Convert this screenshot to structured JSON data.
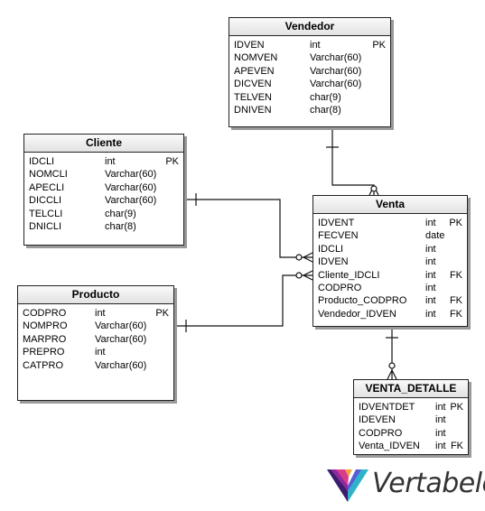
{
  "tables": {
    "vendedor": {
      "title": "Vendedor",
      "columns": [
        {
          "name": "IDVEN",
          "type": "int",
          "key": "PK"
        },
        {
          "name": "NOMVEN",
          "type": "Varchar(60)",
          "key": ""
        },
        {
          "name": "APEVEN",
          "type": "Varchar(60)",
          "key": ""
        },
        {
          "name": "DICVEN",
          "type": "Varchar(60)",
          "key": ""
        },
        {
          "name": "TELVEN",
          "type": "char(9)",
          "key": ""
        },
        {
          "name": "DNIVEN",
          "type": "char(8)",
          "key": ""
        }
      ]
    },
    "cliente": {
      "title": "Cliente",
      "columns": [
        {
          "name": "IDCLI",
          "type": "int",
          "key": "PK"
        },
        {
          "name": "NOMCLI",
          "type": "Varchar(60)",
          "key": ""
        },
        {
          "name": "APECLI",
          "type": "Varchar(60)",
          "key": ""
        },
        {
          "name": "DICCLI",
          "type": "Varchar(60)",
          "key": ""
        },
        {
          "name": "TELCLI",
          "type": "char(9)",
          "key": ""
        },
        {
          "name": "DNICLI",
          "type": "char(8)",
          "key": ""
        }
      ]
    },
    "venta": {
      "title": "Venta",
      "columns": [
        {
          "name": "IDVENT",
          "type": "int",
          "key": "PK"
        },
        {
          "name": "FECVEN",
          "type": "date",
          "key": ""
        },
        {
          "name": "IDCLI",
          "type": "int",
          "key": ""
        },
        {
          "name": "IDVEN",
          "type": "int",
          "key": ""
        },
        {
          "name": "Cliente_IDCLI",
          "type": "int",
          "key": "FK"
        },
        {
          "name": "CODPRO",
          "type": "int",
          "key": ""
        },
        {
          "name": "Producto_CODPRO",
          "type": "int",
          "key": "FK"
        },
        {
          "name": "Vendedor_IDVEN",
          "type": "int",
          "key": "FK"
        }
      ]
    },
    "producto": {
      "title": "Producto",
      "columns": [
        {
          "name": "CODPRO",
          "type": "int",
          "key": "PK"
        },
        {
          "name": "NOMPRO",
          "type": "Varchar(60)",
          "key": ""
        },
        {
          "name": "MARPRO",
          "type": "Varchar(60)",
          "key": ""
        },
        {
          "name": "PREPRO",
          "type": "int",
          "key": ""
        },
        {
          "name": "CATPRO",
          "type": "Varchar(60)",
          "key": ""
        }
      ]
    },
    "venta_detalle": {
      "title": "VENTA_DETALLE",
      "columns": [
        {
          "name": "IDVENTDET",
          "type": "int",
          "key": "PK"
        },
        {
          "name": "IDEVEN",
          "type": "int",
          "key": ""
        },
        {
          "name": "CODPRO",
          "type": "int",
          "key": ""
        },
        {
          "name": "Venta_IDVEN",
          "type": "int",
          "key": "FK"
        }
      ]
    }
  },
  "relationships": [
    {
      "from": "vendedor",
      "to": "venta",
      "from_end": "one",
      "to_end": "zero-or-many"
    },
    {
      "from": "cliente",
      "to": "venta",
      "from_end": "one",
      "to_end": "zero-or-many"
    },
    {
      "from": "producto",
      "to": "venta",
      "from_end": "one",
      "to_end": "zero-or-many"
    },
    {
      "from": "venta",
      "to": "venta_detalle",
      "from_end": "one",
      "to_end": "zero-or-many"
    }
  ],
  "brand": {
    "name": "Vertabelo"
  },
  "colors": {
    "border": "#222222",
    "shadow": "#9a9a9a",
    "header_top": "#fafafa",
    "header_bottom": "#e2e2e2",
    "brand_text": "#333333"
  }
}
